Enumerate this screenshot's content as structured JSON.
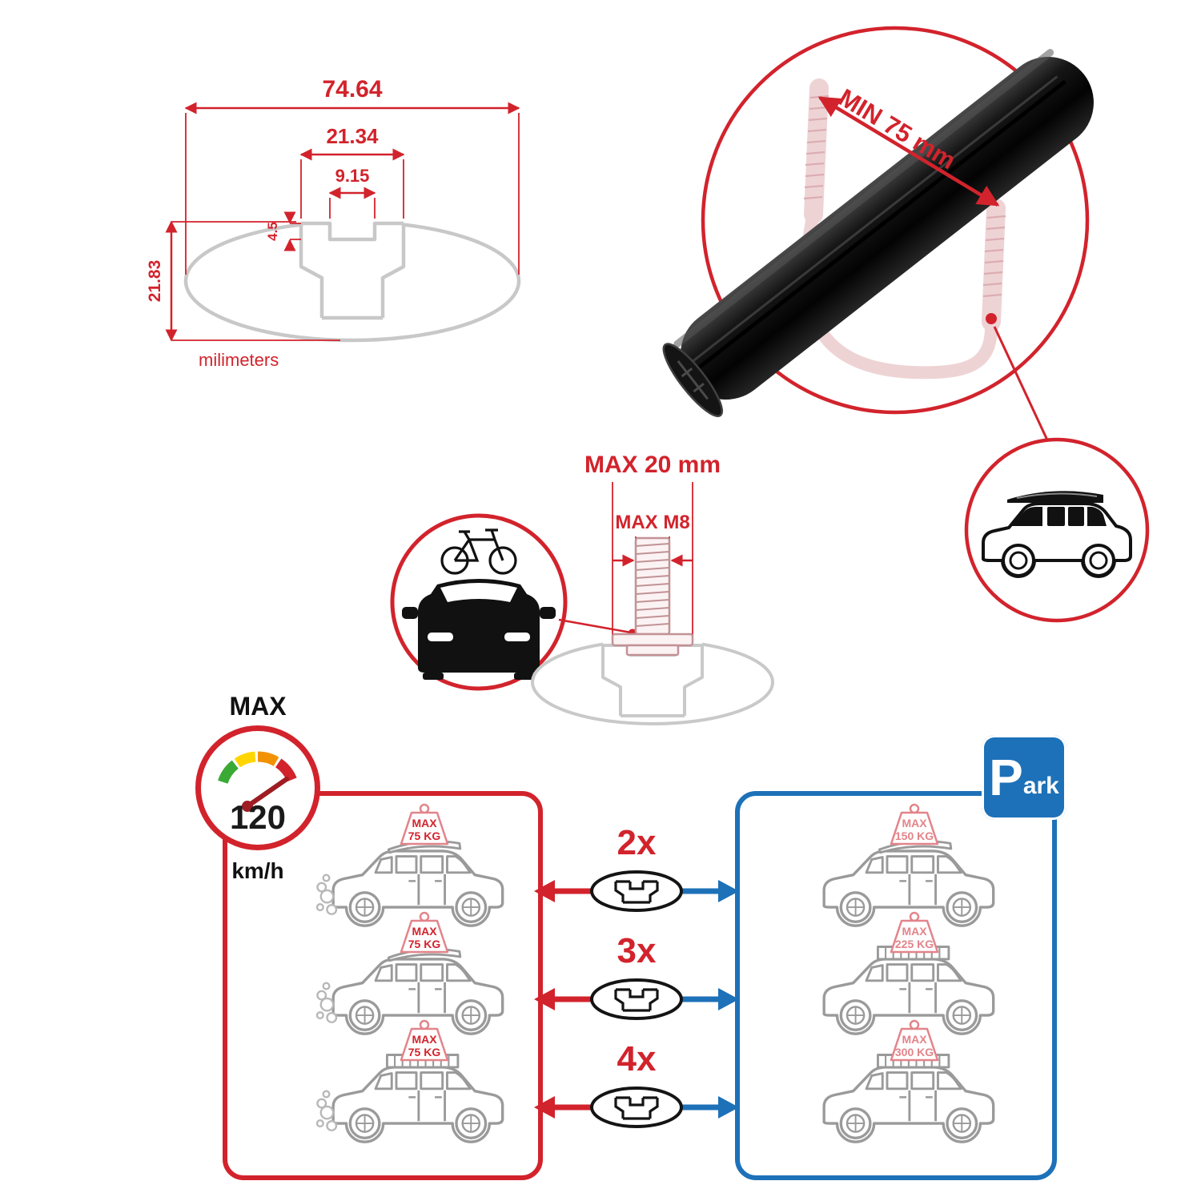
{
  "colors": {
    "red": "#d2232c",
    "blue": "#1d71b8",
    "pink": "#e2848a",
    "profile_gray": "#c8c8c8",
    "bar_black": "#111111"
  },
  "profile_dimensions": {
    "total_width": "74.64",
    "outer_slot_width": "21.34",
    "slot_width": "9.15",
    "slot_depth": "4.5",
    "profile_height": "21.83",
    "units_label": "milimeters"
  },
  "crossbar_detail": {
    "min_span_label": "MIN 75 mm"
  },
  "bolt_detail": {
    "max_width_label": "MAX 20 mm",
    "max_thread_label": "MAX M8"
  },
  "speed_limit": {
    "title": "MAX",
    "value": "120",
    "units": "km/h"
  },
  "park_sign": {
    "letter": "P",
    "suffix": "ark"
  },
  "capacity_rows": [
    {
      "multiplier": "2x",
      "driving": {
        "line1": "MAX",
        "line2": "75 KG"
      },
      "parked": {
        "line1": "MAX",
        "line2": "150 KG"
      }
    },
    {
      "multiplier": "3x",
      "driving": {
        "line1": "MAX",
        "line2": "75 KG"
      },
      "parked": {
        "line1": "MAX",
        "line2": "225 KG"
      }
    },
    {
      "multiplier": "4x",
      "driving": {
        "line1": "MAX",
        "line2": "75 KG"
      },
      "parked": {
        "line1": "MAX",
        "line2": "300 KG"
      }
    }
  ]
}
